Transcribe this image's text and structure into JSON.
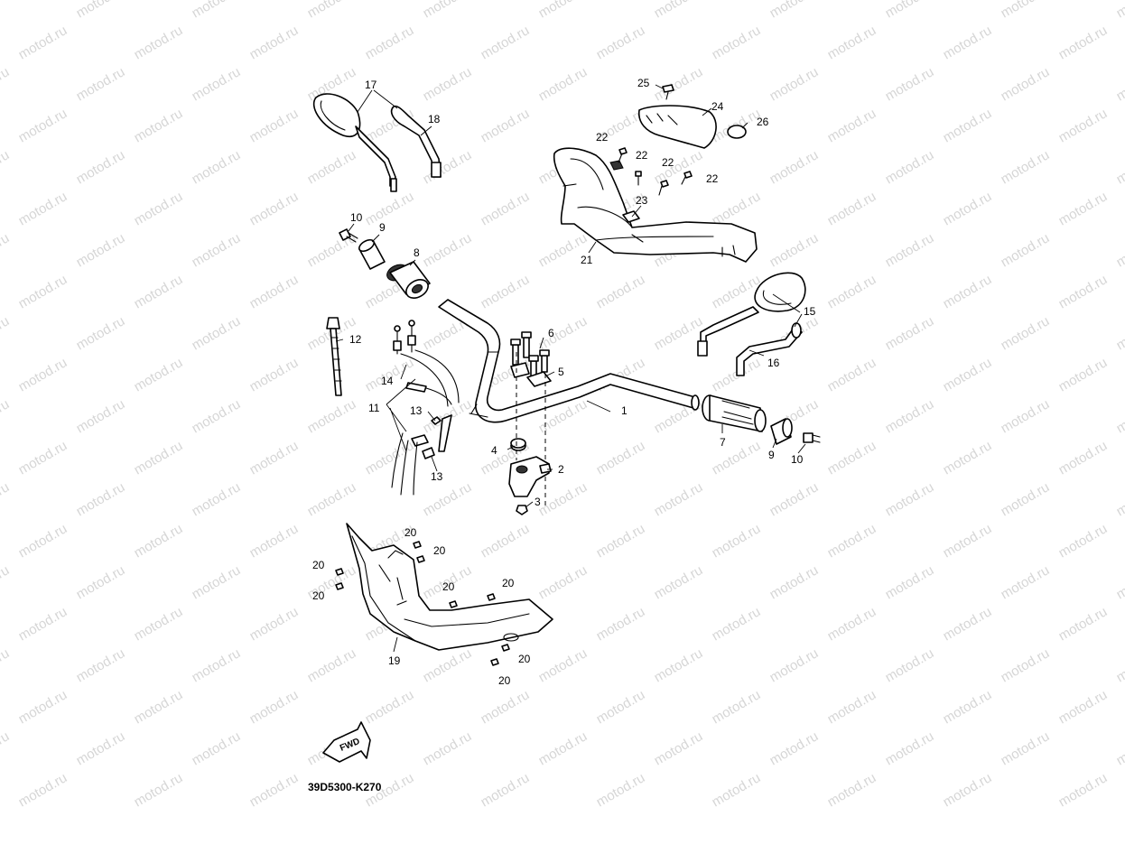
{
  "watermark": "motod.ru",
  "drawing_code": "39D5300-K270",
  "direction_label": "FWD",
  "part_numbers": {
    "handlebar": "1",
    "holder_lower": "2",
    "nut": "3",
    "damper": "4",
    "holder_upper": "5",
    "bolt_6": "6",
    "grip_left": "7",
    "grip_throttle": "8",
    "weight_left": "9",
    "weight_right": "9",
    "screw_left": "10",
    "screw_right": "10",
    "cable": "11",
    "band": "12",
    "clip_a": "13",
    "clip_b": "13",
    "cable_joint": "14",
    "mirror_right": "15",
    "mirror_rod_right": "16",
    "mirror_left": "17",
    "mirror_rod_left": "18",
    "cover_lower": "19",
    "screw_20": "20",
    "cover_upper": "21",
    "screw_22": "22",
    "clip_23": "23",
    "cover_front": "24",
    "screw_25": "25",
    "emblem": "26"
  }
}
